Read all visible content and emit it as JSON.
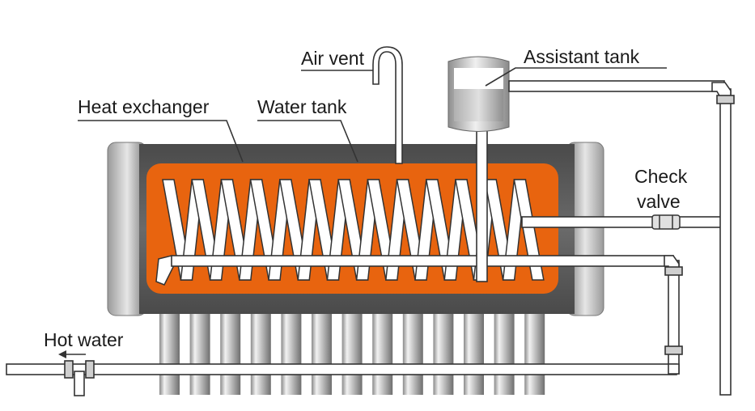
{
  "labels": {
    "air_vent": "Air vent",
    "assistant_tank": "Assistant tank",
    "heat_exchanger": "Heat exchanger",
    "water_tank": "Water tank",
    "check_valve_line1": "Check",
    "check_valve_line2": "valve",
    "hot_water": "Hot water"
  },
  "colors": {
    "heat_exchanger_fill": "#e8640f",
    "tank_shell": "#5a5a5a",
    "pipe": "#ffffff",
    "pipe_outline": "#333333",
    "label_text": "#1a1a1a"
  },
  "icons": {
    "flow_direction": "arrow-left-icon"
  }
}
